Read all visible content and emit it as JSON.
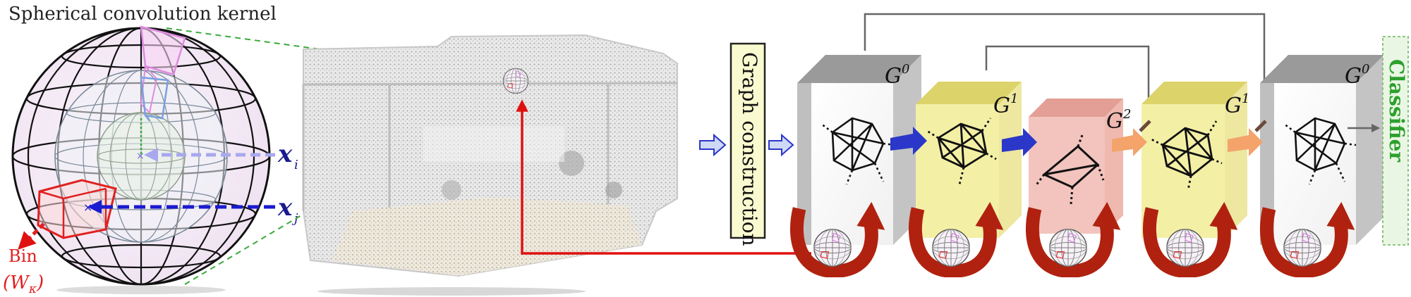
{
  "kernel": {
    "title": "Spherical convolution kernel",
    "xi_label": "x",
    "xi_sub": "i",
    "xj_label": "x",
    "xj_sub": "j",
    "bin_label": "Bin",
    "weight_label": "(W",
    "weight_sub": "κ",
    "weight_close": ")"
  },
  "pipeline": {
    "graph_construction": "Graph construction",
    "classifier": "Classifier"
  },
  "graph_blocks": [
    {
      "label": "G",
      "sup": "0"
    },
    {
      "label": "G",
      "sup": "1"
    },
    {
      "label": "G",
      "sup": "2"
    },
    {
      "label": "G",
      "sup": "1"
    },
    {
      "label": "G",
      "sup": "0"
    }
  ],
  "colors": {
    "grey_block": "#bfbfbf",
    "yellow_block": "#f3f0a6",
    "pink_block": "#f2c4bd",
    "pool_arrow": "#2b37c8",
    "unpool_arrow": "#f4a36a",
    "u_arrow": "#b0220f",
    "red_line": "#e01010",
    "blue_dash": "#1a1ad0",
    "lavender_dash": "#a8a8ee",
    "green_dash": "#3aaa3a",
    "classifier_text": "#2ca02c"
  }
}
